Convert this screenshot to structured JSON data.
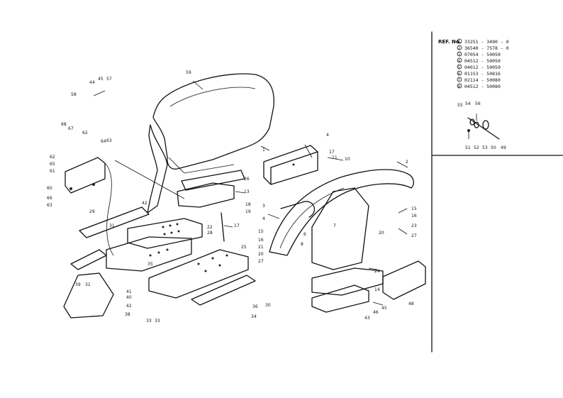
{
  "reference": {
    "title": "REF. No.",
    "items": [
      {
        "no": "1",
        "part": "33251 - 3490 - 0"
      },
      {
        "no": "2",
        "part": "36540 - 7578 - 0"
      },
      {
        "no": "3",
        "part": "07054 - 50050"
      },
      {
        "no": "4",
        "part": "04512 - 50050"
      },
      {
        "no": "5",
        "part": "04012 - 50050"
      },
      {
        "no": "6",
        "part": "01153 - 50816"
      },
      {
        "no": "7",
        "part": "02114 - 50080"
      },
      {
        "no": "8",
        "part": "04512 - 50080"
      }
    ]
  },
  "callouts": [
    {
      "id": "c59",
      "text": "59"
    },
    {
      "id": "c1",
      "text": "1"
    },
    {
      "id": "c4a",
      "text": "4"
    },
    {
      "id": "c17a",
      "text": "17"
    },
    {
      "id": "c11a",
      "text": "11"
    },
    {
      "id": "c10",
      "text": "10"
    },
    {
      "id": "c2",
      "text": "2"
    },
    {
      "id": "c44",
      "text": "44"
    },
    {
      "id": "c45",
      "text": "45"
    },
    {
      "id": "c57",
      "text": "57"
    },
    {
      "id": "c58",
      "text": "58"
    },
    {
      "id": "c68",
      "text": "68"
    },
    {
      "id": "c67",
      "text": "67"
    },
    {
      "id": "c62a",
      "text": "62"
    },
    {
      "id": "c64",
      "text": "64"
    },
    {
      "id": "c63a",
      "text": "63"
    },
    {
      "id": "c62b",
      "text": "62"
    },
    {
      "id": "c65",
      "text": "65"
    },
    {
      "id": "c61",
      "text": "61"
    },
    {
      "id": "c60",
      "text": "60"
    },
    {
      "id": "c66",
      "text": "66"
    },
    {
      "id": "c63b",
      "text": "63"
    },
    {
      "id": "c42",
      "text": "42"
    },
    {
      "id": "c29",
      "text": "29"
    },
    {
      "id": "c31a",
      "text": "31"
    },
    {
      "id": "c26",
      "text": "26"
    },
    {
      "id": "c13",
      "text": "13"
    },
    {
      "id": "c18a",
      "text": "18"
    },
    {
      "id": "c19",
      "text": "19"
    },
    {
      "id": "c22",
      "text": "22"
    },
    {
      "id": "c28",
      "text": "28"
    },
    {
      "id": "c17b",
      "text": "17"
    },
    {
      "id": "c25",
      "text": "25"
    },
    {
      "id": "c35",
      "text": "35"
    },
    {
      "id": "c30",
      "text": "30"
    },
    {
      "id": "c31b",
      "text": "31"
    },
    {
      "id": "c39",
      "text": "39"
    },
    {
      "id": "c41",
      "text": "41"
    },
    {
      "id": "c40",
      "text": "40"
    },
    {
      "id": "c42b",
      "text": "42"
    },
    {
      "id": "c38",
      "text": "38"
    },
    {
      "id": "c33a",
      "text": "33"
    },
    {
      "id": "c33b",
      "text": "33"
    },
    {
      "id": "c34",
      "text": "34"
    },
    {
      "id": "c36",
      "text": "36"
    },
    {
      "id": "c3",
      "text": "3"
    },
    {
      "id": "c4b",
      "text": "4"
    },
    {
      "id": "c8",
      "text": "8"
    },
    {
      "id": "c6",
      "text": "6"
    },
    {
      "id": "c7",
      "text": "7"
    },
    {
      "id": "c15a",
      "text": "15"
    },
    {
      "id": "c16a",
      "text": "16"
    },
    {
      "id": "c21",
      "text": "21"
    },
    {
      "id": "c20a",
      "text": "20"
    },
    {
      "id": "c27a",
      "text": "27"
    },
    {
      "id": "c15b",
      "text": "15"
    },
    {
      "id": "c16b",
      "text": "16"
    },
    {
      "id": "c20b",
      "text": "20"
    },
    {
      "id": "c23",
      "text": "23"
    },
    {
      "id": "c27b",
      "text": "27"
    },
    {
      "id": "c24",
      "text": "24"
    },
    {
      "id": "c14",
      "text": "14"
    },
    {
      "id": "c43",
      "text": "43"
    },
    {
      "id": "c46",
      "text": "46"
    },
    {
      "id": "c45b",
      "text": "45"
    },
    {
      "id": "c48",
      "text": "48"
    },
    {
      "id": "c55",
      "text": "55"
    },
    {
      "id": "c54",
      "text": "54"
    },
    {
      "id": "c56",
      "text": "56"
    },
    {
      "id": "c51",
      "text": "51"
    },
    {
      "id": "c52",
      "text": "52"
    },
    {
      "id": "c53",
      "text": "53"
    },
    {
      "id": "c50",
      "text": "50"
    },
    {
      "id": "c49",
      "text": "49"
    }
  ]
}
